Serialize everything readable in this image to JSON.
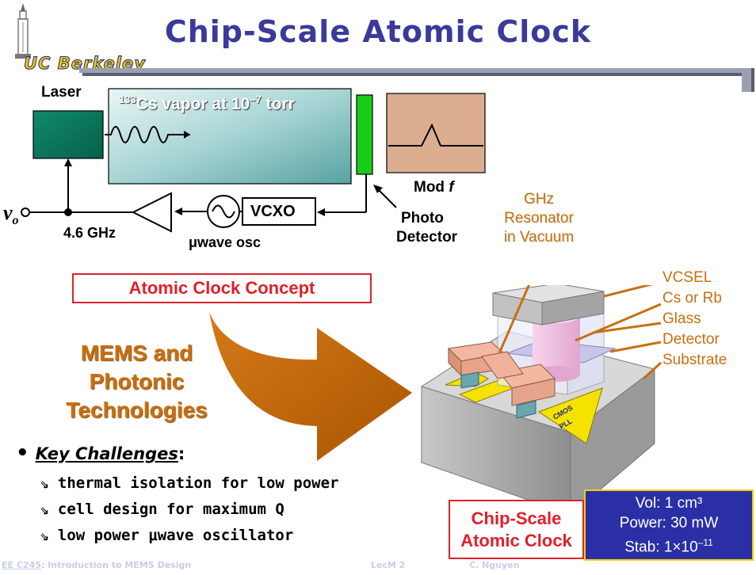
{
  "header": {
    "title": "Chip-Scale Atomic Clock",
    "institution": "UC Berkeley"
  },
  "concept_diagram": {
    "laser": "Laser",
    "vapor_cell": "Cs vapor at 10",
    "vapor_isotope": "133",
    "vapor_exponent": "–7",
    "vapor_unit": " torr",
    "mod_f": "Mod",
    "mod_f_symbol": "f",
    "photo_detector": "Photo",
    "photo_detector2": "Detector",
    "vcxo": "VCXO",
    "uwave_osc": "μwave osc",
    "frequency": "4.6 GHz",
    "output": "v",
    "output_sub": "o"
  },
  "concept_label": "Atomic Clock Concept",
  "mems_label": "MEMS and\nPhotonic\nTechnologies",
  "chip_labels": {
    "resonator": "GHz\nResonator\nin Vacuum",
    "vcsel": "VCSEL",
    "cs_rb": "Cs or Rb",
    "glass": "Glass",
    "detector": "Detector",
    "substrate": "Substrate",
    "cmos": "CMOS",
    "pll": "PLL"
  },
  "challenges": {
    "bullet": "•",
    "title": "Key Challenges",
    "title_suffix": ":",
    "items": [
      "thermal isolation for low power",
      "cell design for maximum Q",
      "low power μwave oscillator"
    ]
  },
  "csac_label_1": "Chip-Scale",
  "csac_label_2": "Atomic Clock",
  "specs": {
    "vol": "Vol: 1 cm³",
    "power": "Power: 30 mW",
    "stab_prefix": "Stab: 1×10",
    "stab_exp": "–11"
  },
  "footer": {
    "course": "EE C245",
    "course_title": ": Introduction to MEMS Design",
    "lecture": "LecM 2",
    "author": "C. Nguyen"
  },
  "colors": {
    "title": "#3a3a9c",
    "accent_red": "#e0202a",
    "orange": "#c86f10",
    "spec_bg": "#2b2fa6"
  }
}
